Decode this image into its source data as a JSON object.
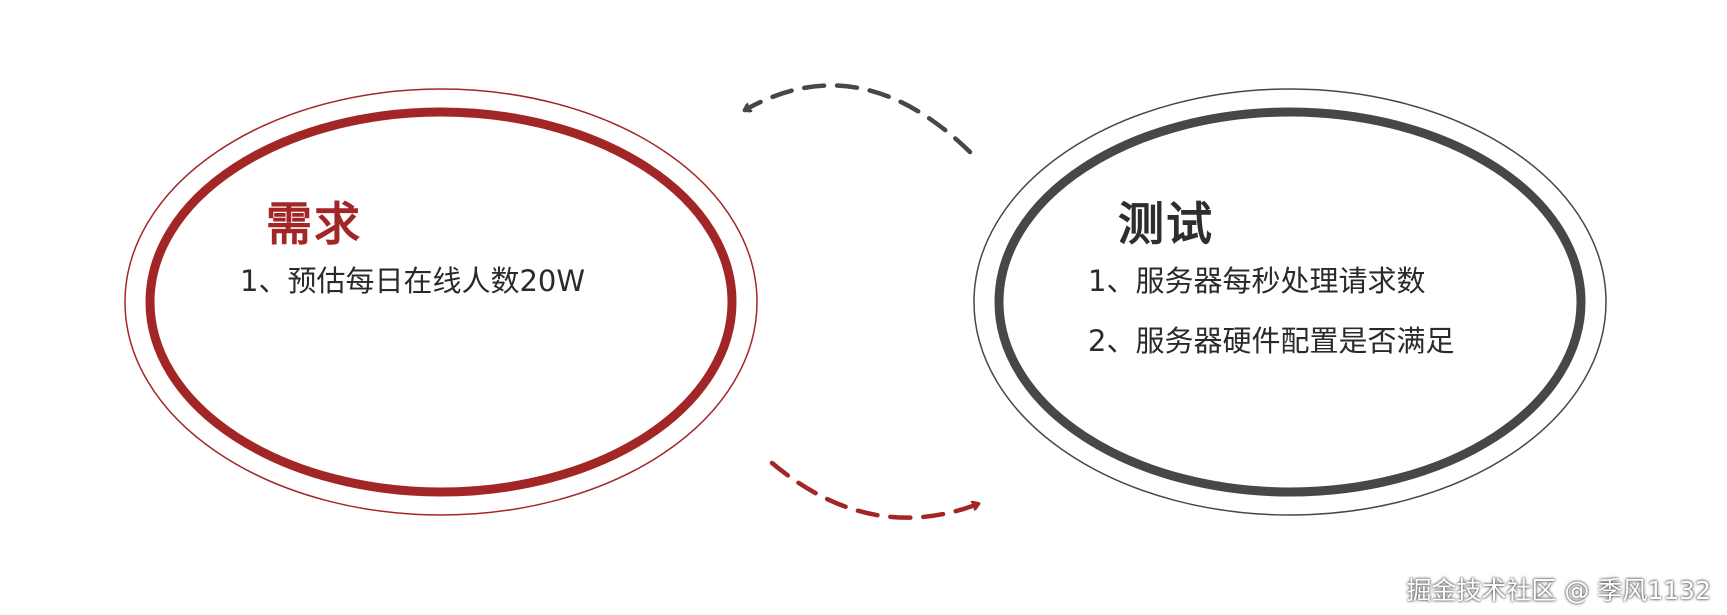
{
  "requirement": {
    "title": "需求",
    "items": [
      "1、预估每日在线人数20W"
    ]
  },
  "testing": {
    "title": "测试",
    "items": [
      "1、服务器每秒处理请求数",
      "2、服务器硬件配置是否满足"
    ]
  },
  "watermark": "掘金技术社区 @ 季风1132",
  "colors": {
    "requirement": "#a32626",
    "testing": "#474747",
    "text": "#2a2a2a"
  }
}
